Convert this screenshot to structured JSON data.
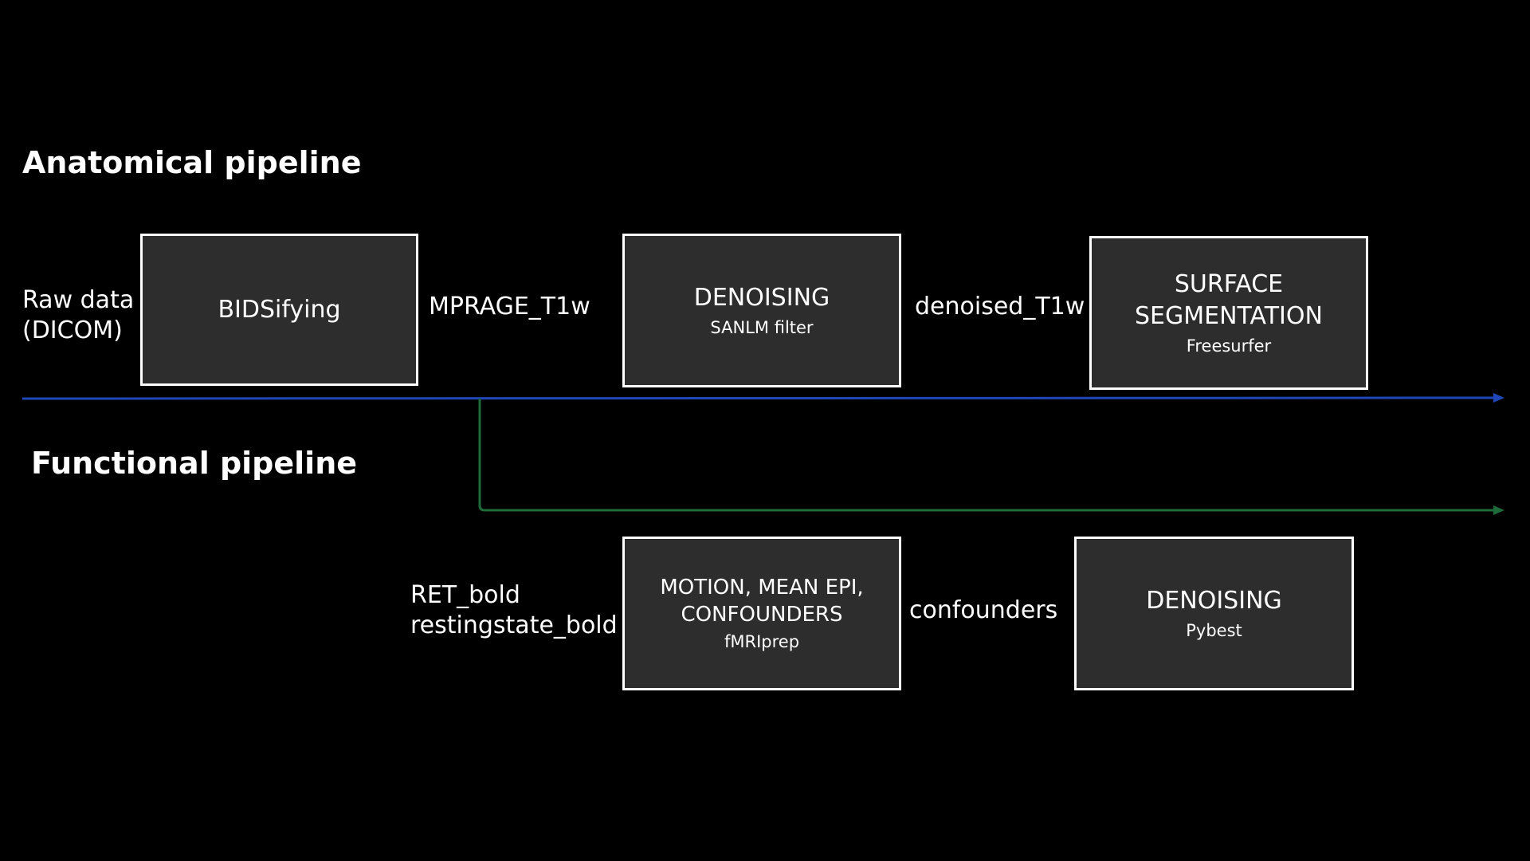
{
  "colors": {
    "background": "#000000",
    "box_fill": "#2d2d2d",
    "box_border": "#ffffff",
    "anatomical_line": "#1f47b8",
    "functional_line": "#1e6b3a"
  },
  "anatomical": {
    "heading": "Anatomical pipeline",
    "input_label_line1": "Raw data",
    "input_label_line2": "(DICOM)",
    "boxes": [
      {
        "title": "BIDSifying",
        "subtitle": ""
      },
      {
        "title": "DENOISING",
        "subtitle": "SANLM filter"
      },
      {
        "title": "SURFACE\nSEGMENTATION",
        "subtitle": "Freesurfer"
      }
    ],
    "edge_labels": [
      "MPRAGE_T1w",
      "denoised_T1w"
    ]
  },
  "functional": {
    "heading": "Functional pipeline",
    "input_label_line1": "RET_bold",
    "input_label_line2": "restingstate_bold",
    "boxes": [
      {
        "title": "MOTION, MEAN EPI,\nCONFOUNDERS",
        "subtitle": "fMRIprep"
      },
      {
        "title": "DENOISING",
        "subtitle": "Pybest"
      }
    ],
    "edge_labels": [
      "confounders"
    ]
  }
}
